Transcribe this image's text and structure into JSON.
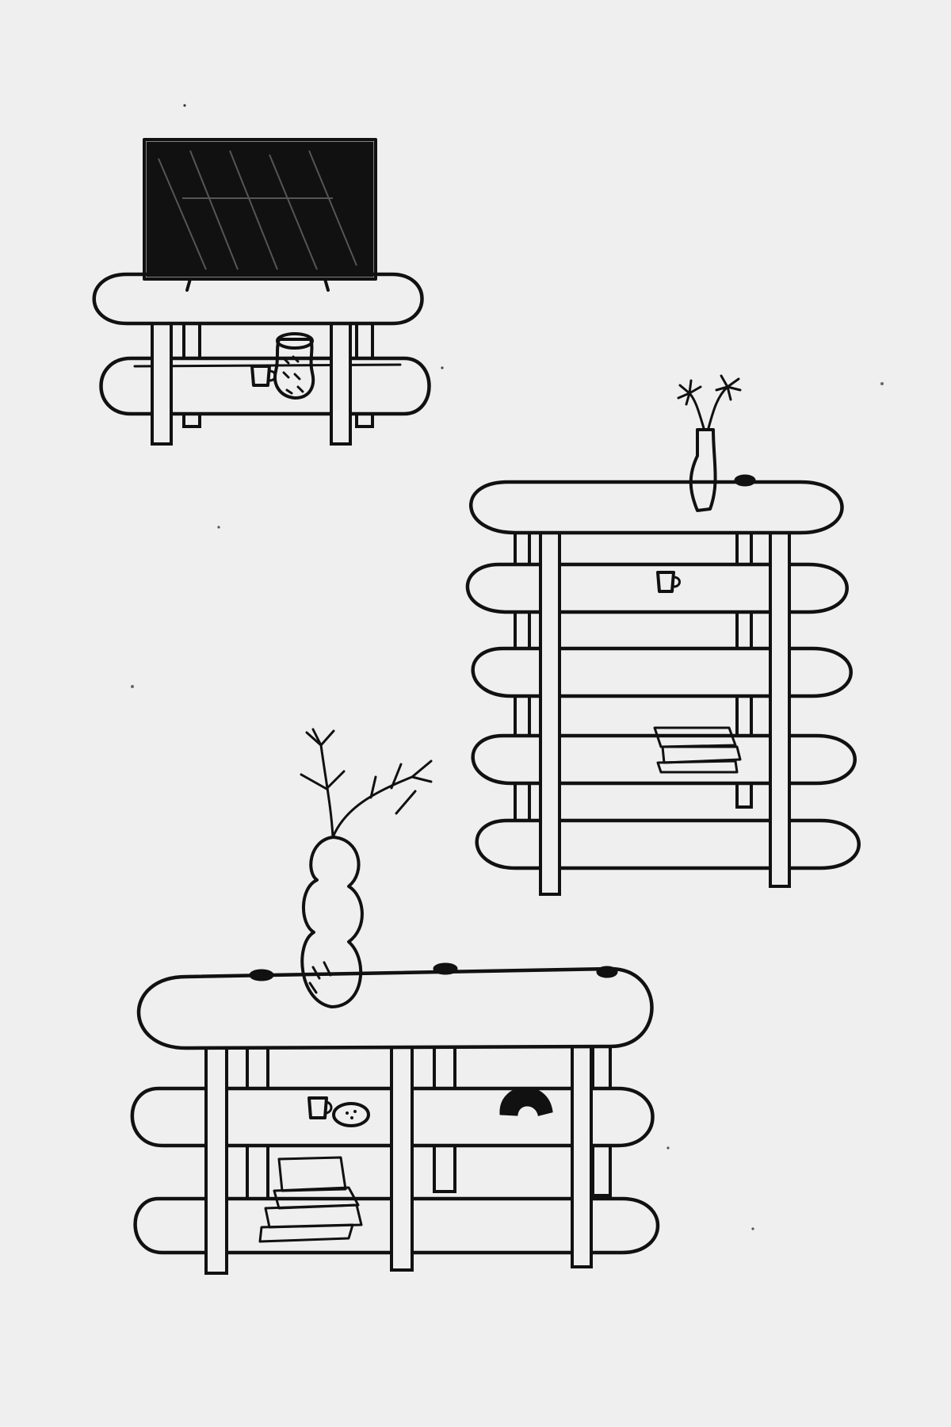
{
  "background_color": "#efefef",
  "ink_color": "#111111",
  "drawings": [
    {
      "name": "tv-console",
      "shelf_count": 2,
      "leg_count": 4,
      "items": [
        "television",
        "jar",
        "mug"
      ]
    },
    {
      "name": "bookshelf",
      "shelf_count": 5,
      "leg_count": 4,
      "items": [
        "flower-vase",
        "mug",
        "book-stack"
      ]
    },
    {
      "name": "sideboard",
      "shelf_count": 3,
      "leg_count": 6,
      "items": [
        "branch-vase",
        "mug",
        "dish",
        "arch-sculpture",
        "book-stack"
      ]
    }
  ]
}
